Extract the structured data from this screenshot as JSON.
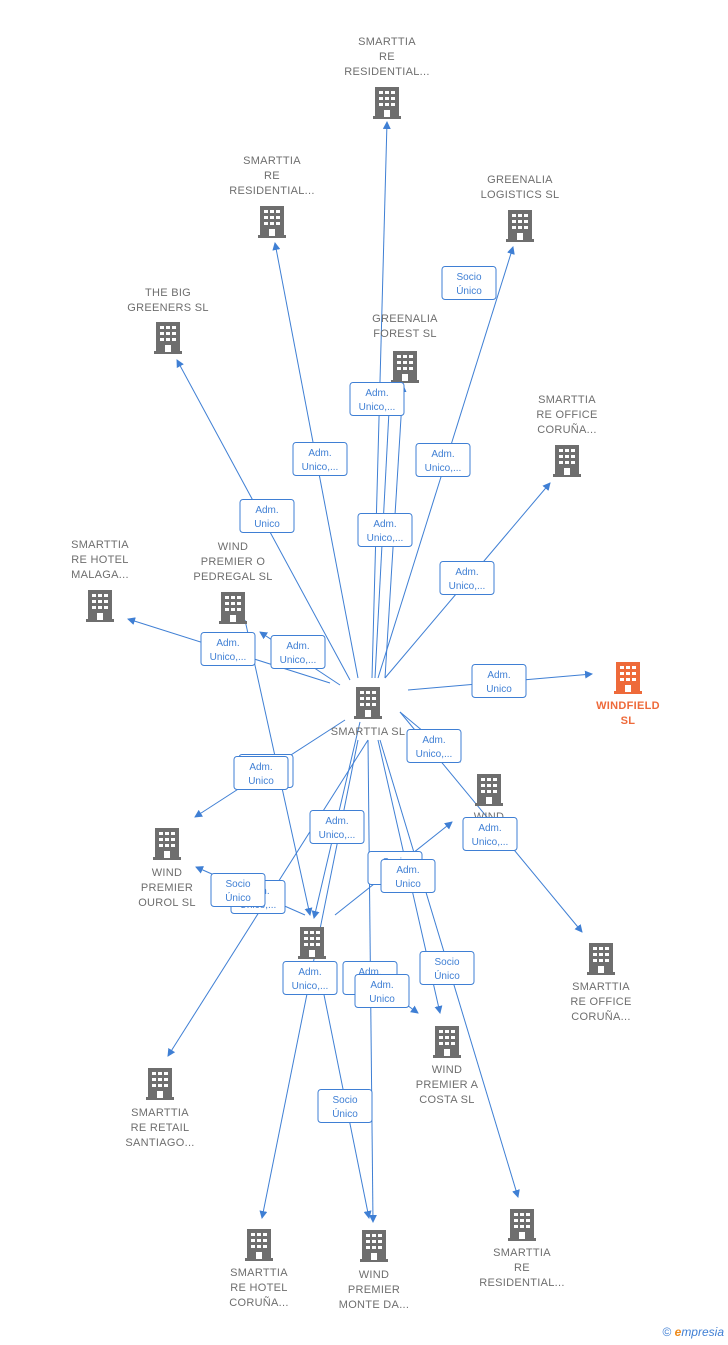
{
  "colors": {
    "edge": "#3f7fd4",
    "node": "#6e6e6e",
    "focus": "#ee6a3a"
  },
  "center": {
    "id": "smarttia",
    "label": [
      "SMARTTIA  SL"
    ]
  },
  "nodes": [
    {
      "id": "smarttia",
      "label": [
        "SMARTTIA  SL"
      ],
      "color": "#6e6e6e"
    },
    {
      "id": "residential-top",
      "label": [
        "SMARTTIA",
        "RE",
        "RESIDENTIAL..."
      ],
      "color": "#6e6e6e"
    },
    {
      "id": "residential-2",
      "label": [
        "SMARTTIA",
        "RE",
        "RESIDENTIAL..."
      ],
      "color": "#6e6e6e"
    },
    {
      "id": "greenalia-logistics",
      "label": [
        "GREENALIA",
        "LOGISTICS  SL"
      ],
      "color": "#6e6e6e"
    },
    {
      "id": "big-greeners",
      "label": [
        "THE BIG",
        "GREENERS  SL"
      ],
      "color": "#6e6e6e"
    },
    {
      "id": "greenalia-forest",
      "label": [
        "GREENALIA",
        "FOREST  SL"
      ],
      "color": "#6e6e6e"
    },
    {
      "id": "office-coruna-1",
      "label": [
        "SMARTTIA",
        "RE OFFICE",
        "CORUÑA..."
      ],
      "color": "#6e6e6e"
    },
    {
      "id": "hotel-malaga",
      "label": [
        "SMARTTIA",
        "RE HOTEL",
        "MALAGA..."
      ],
      "color": "#6e6e6e"
    },
    {
      "id": "pedregal",
      "label": [
        "WIND",
        "PREMIER O",
        "PEDREGAL  SL"
      ],
      "color": "#6e6e6e"
    },
    {
      "id": "windfield",
      "label": [
        "WINDFIELD",
        "SL"
      ],
      "color": "#ee6a3a"
    },
    {
      "id": "wind-r",
      "label": [
        "WIND",
        "R..."
      ],
      "color": "#6e6e6e"
    },
    {
      "id": "ourol",
      "label": [
        "WIND",
        "PREMIER",
        "OUROL  SL"
      ],
      "color": "#6e6e6e"
    },
    {
      "id": "office-coruna-2",
      "label": [
        "SMARTTIA",
        "RE OFFICE",
        "CORUÑA..."
      ],
      "color": "#6e6e6e"
    },
    {
      "id": "p-sl",
      "label": [
        "P...  SL"
      ],
      "color": "#6e6e6e"
    },
    {
      "id": "a-costa",
      "label": [
        "WIND",
        "PREMIER A",
        "COSTA  SL"
      ],
      "color": "#6e6e6e"
    },
    {
      "id": "retail-santiago",
      "label": [
        "SMARTTIA",
        "RE RETAIL",
        "SANTIAGO..."
      ],
      "color": "#6e6e6e"
    },
    {
      "id": "hotel-coruna",
      "label": [
        "SMARTTIA",
        "RE HOTEL",
        "CORUÑA..."
      ],
      "color": "#6e6e6e"
    },
    {
      "id": "monte-da",
      "label": [
        "WIND",
        "PREMIER",
        "MONTE DA..."
      ],
      "color": "#6e6e6e"
    },
    {
      "id": "residential-3",
      "label": [
        "SMARTTIA",
        "RE",
        "RESIDENTIAL..."
      ],
      "color": "#6e6e6e"
    }
  ],
  "edge_labels": [
    {
      "id": "l1",
      "text": [
        "Adm.",
        "Unico,..."
      ]
    },
    {
      "id": "l2",
      "text": [
        "Adm.",
        "Unico,..."
      ]
    },
    {
      "id": "l3",
      "text": [
        "Socio",
        "Único"
      ]
    },
    {
      "id": "l4",
      "text": [
        "Adm.",
        "Unico,..."
      ]
    },
    {
      "id": "l5",
      "text": [
        "Adm.",
        "Unico"
      ]
    },
    {
      "id": "l6",
      "text": [
        "Adm.",
        "Unico,..."
      ]
    },
    {
      "id": "l7",
      "text": [
        "Adm.",
        "Unico,..."
      ]
    },
    {
      "id": "l8",
      "text": [
        "Adm.",
        "Unico,..."
      ]
    },
    {
      "id": "l9",
      "text": [
        "Adm.",
        "Unico,..."
      ]
    },
    {
      "id": "l10",
      "text": [
        "Adm.",
        "Unico"
      ]
    },
    {
      "id": "l11",
      "text": [
        "Adm.",
        "Unico,..."
      ]
    },
    {
      "id": "l12",
      "text": [
        "Adm.",
        "Unico"
      ]
    },
    {
      "id": "l13",
      "text": [
        "Adm.",
        "Unico"
      ]
    },
    {
      "id": "l14",
      "text": [
        "Adm.",
        "Unico,..."
      ]
    },
    {
      "id": "l15",
      "text": [
        "Adm.",
        "Unico,..."
      ]
    },
    {
      "id": "l16",
      "text": [
        "Socio",
        "Ú..."
      ]
    },
    {
      "id": "l17",
      "text": [
        "Adm.",
        "Unico"
      ]
    },
    {
      "id": "l18",
      "text": [
        "Adm.",
        "Unico,..."
      ]
    },
    {
      "id": "l19",
      "text": [
        "Socio",
        "Único"
      ]
    },
    {
      "id": "l20",
      "text": [
        "Adm.",
        "Unico,..."
      ]
    },
    {
      "id": "l21",
      "text": [
        "Adm.",
        "Unico"
      ]
    },
    {
      "id": "l22",
      "text": [
        "Adm.",
        "Unico"
      ]
    },
    {
      "id": "l23",
      "text": [
        "Socio",
        "Único"
      ]
    },
    {
      "id": "l24",
      "text": [
        "Socio",
        "Único"
      ]
    }
  ],
  "footer": {
    "copyright": "©",
    "brand_first": "e",
    "brand_rest": "mpresia"
  }
}
